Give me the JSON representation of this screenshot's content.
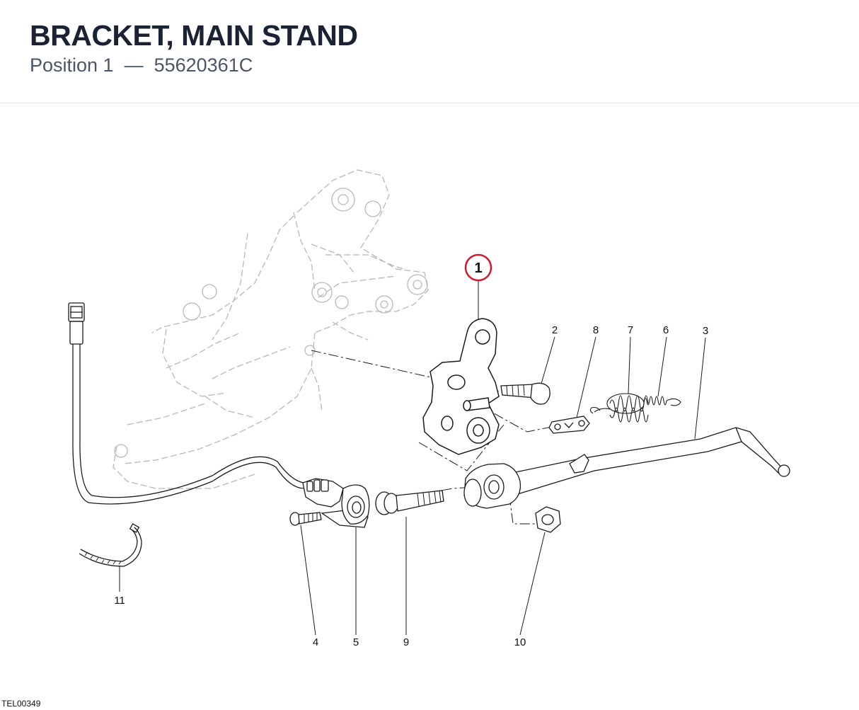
{
  "header": {
    "title": "BRACKET, MAIN STAND",
    "subtitle": "Position 1  —  55620361C"
  },
  "diagram": {
    "highlight_color": "#d0182b",
    "line_color": "#1a1a1a",
    "ghost_color": "#b8b8b8",
    "highlighted_callout": "1",
    "callouts": [
      "2",
      "8",
      "7",
      "6",
      "3",
      "11",
      "4",
      "5",
      "9",
      "10"
    ]
  },
  "footer": {
    "ref_code": "TEL00349"
  }
}
